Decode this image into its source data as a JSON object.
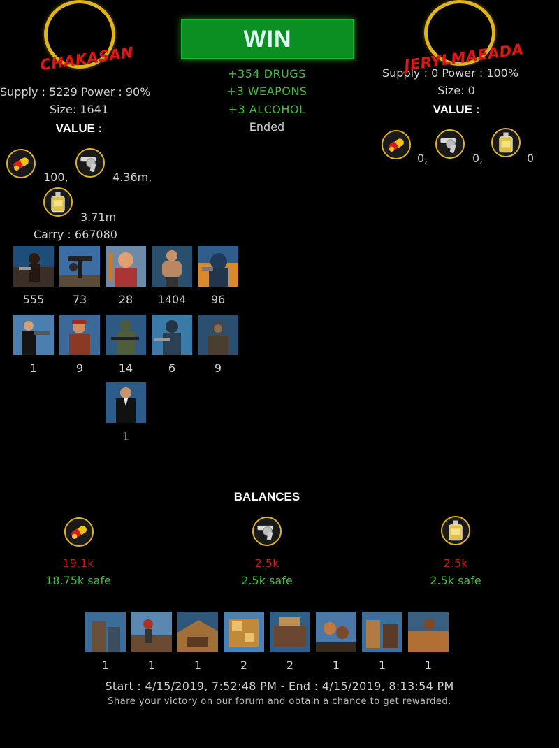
{
  "left_player": {
    "name": "CHAKASAN",
    "supply_power": "Supply : 5229 Power : 90%",
    "size": "Size: 1641",
    "value_heading": "VALUE :",
    "values": [
      "100,",
      "4.36m,",
      "3.71m"
    ],
    "carry": "Carry : 667080",
    "units_row1": [
      "555",
      "73",
      "28",
      "1404",
      "96"
    ],
    "units_row2": [
      "1",
      "9",
      "14",
      "6",
      "9"
    ],
    "units_row3": [
      "1"
    ]
  },
  "right_player": {
    "name": "JERYLMAEADA",
    "supply_power": "Supply : 0 Power : 100%",
    "size": "Size: 0",
    "value_heading": "VALUE :",
    "values": [
      "0,",
      "0,",
      "0"
    ]
  },
  "result": {
    "label": "WIN",
    "gains": [
      "+354 DRUGS",
      "+3 WEAPONS",
      "+3 ALCOHOL"
    ],
    "status": "Ended"
  },
  "balances": {
    "heading": "BALANCES",
    "items": [
      {
        "icon": "drugs-pill-icon",
        "amount": "19.1k",
        "safe": "18.75k safe"
      },
      {
        "icon": "weapons-revolver-icon",
        "amount": "2.5k",
        "safe": "2.5k safe"
      },
      {
        "icon": "alcohol-bottle-icon",
        "amount": "2.5k",
        "safe": "2.5k safe"
      }
    ]
  },
  "buildings": [
    "1",
    "1",
    "1",
    "2",
    "2",
    "1",
    "1",
    "1"
  ],
  "footer": {
    "times": "Start : 4/15/2019, 7:52:48 PM - End : 4/15/2019, 8:13:54 PM",
    "share": "Share your victory on our forum and obtain a chance to get rewarded."
  },
  "colors": {
    "win_green": "#0b8f23",
    "gain_green": "#3fbf3f",
    "loss_red": "#c41e1e",
    "name_red": "#d91818",
    "ring_gold": "#e0b51c"
  }
}
